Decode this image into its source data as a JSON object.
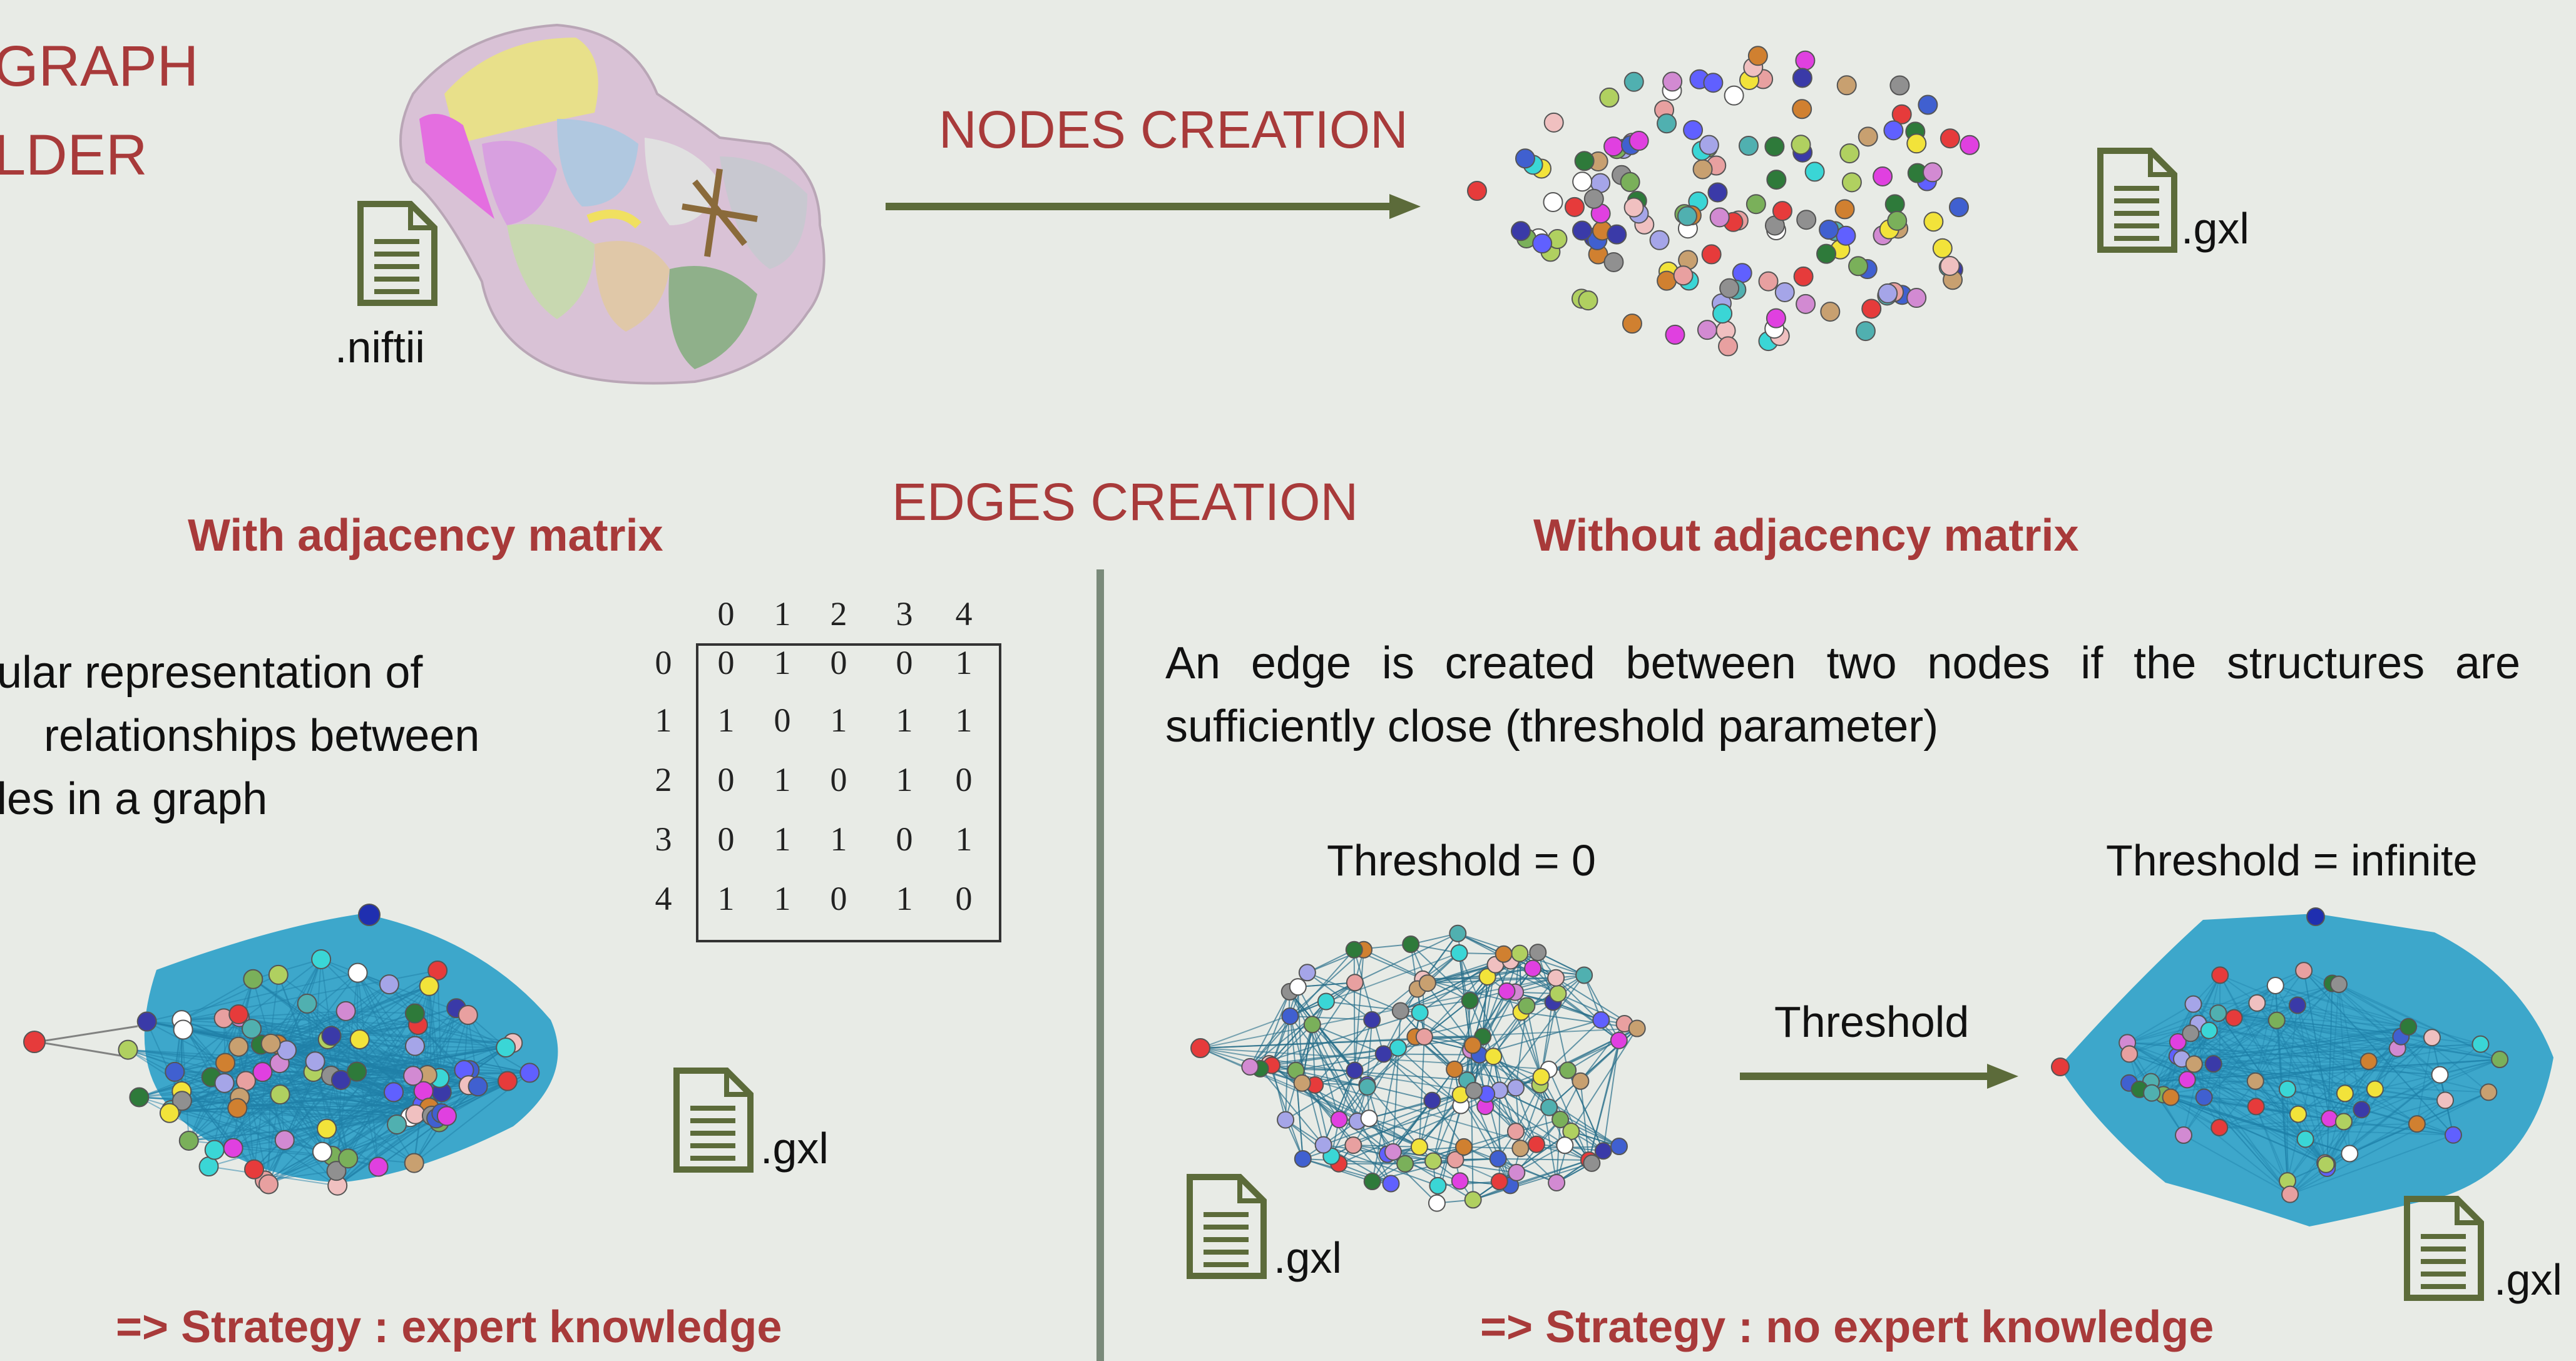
{
  "header": {
    "title_lines": [
      "GRAPH",
      "LDER"
    ]
  },
  "top": {
    "input_ext": ".niftii",
    "arrow_label": "NODES CREATION",
    "output_ext": ".gxl"
  },
  "edges": {
    "section_label": "EDGES CREATION",
    "left": {
      "heading": "With adjacency matrix",
      "desc_lines": [
        "ular representation of",
        "relationships between",
        "les in a graph"
      ],
      "output_ext": ".gxl",
      "strategy": "=> Strategy : expert knowledge",
      "matrix": {
        "col_headers": [
          "0",
          "1",
          "2",
          "3",
          "4"
        ],
        "row_headers": [
          "0",
          "1",
          "2",
          "3",
          "4"
        ],
        "rows": [
          [
            "0",
            "1",
            "0",
            "0",
            "1"
          ],
          [
            "1",
            "0",
            "1",
            "1",
            "1"
          ],
          [
            "0",
            "1",
            "0",
            "1",
            "0"
          ],
          [
            "0",
            "1",
            "1",
            "0",
            "1"
          ],
          [
            "1",
            "1",
            "0",
            "1",
            "0"
          ]
        ]
      }
    },
    "right": {
      "heading": "Without adjacency matrix",
      "desc_lines": [
        "An edge is created between two nodes if the structures are",
        "sufficiently close (threshold parameter)"
      ],
      "threshold_zero": "Threshold = 0",
      "threshold_inf": "Threshold = infinite",
      "arrow_label": "Threshold",
      "ext_left": ".gxl",
      "ext_right": ".gxl",
      "strategy": "=> Strategy : no expert knowledge"
    }
  },
  "colors": {
    "accent_red": "#a83a3a",
    "arrow_green": "#5c6b3a",
    "divider": "#7a8a7a",
    "edge_blue": "#2aa0c8"
  },
  "icons": [
    "file-icon"
  ]
}
